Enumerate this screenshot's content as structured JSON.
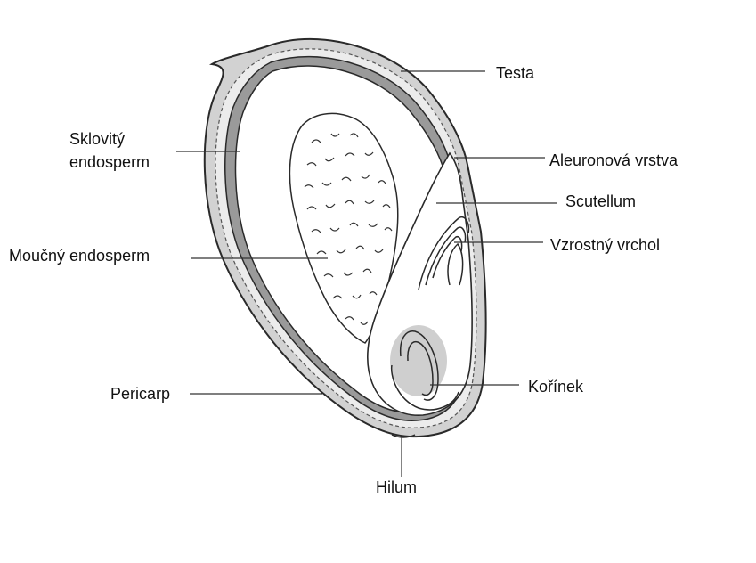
{
  "labels": {
    "testa": "Testa",
    "aleurone": "Aleuronová vrstva",
    "vitreous_line1": "Sklovitý",
    "vitreous_line2": "endosperm",
    "scutellum": "Scutellum",
    "floury": "Moučný endosperm",
    "apex": "Vzrostný vrchol",
    "pericarp": "Pericarp",
    "radicle": "Kořínek",
    "hilum": "Hilum"
  },
  "colors": {
    "outline": "#2a2a2a",
    "pericarp_fill": "#d2d2d2",
    "aleurone_band": "#9a9a9a",
    "endosperm_fill": "#ffffff",
    "radicle_fill": "#cfcfcf"
  }
}
